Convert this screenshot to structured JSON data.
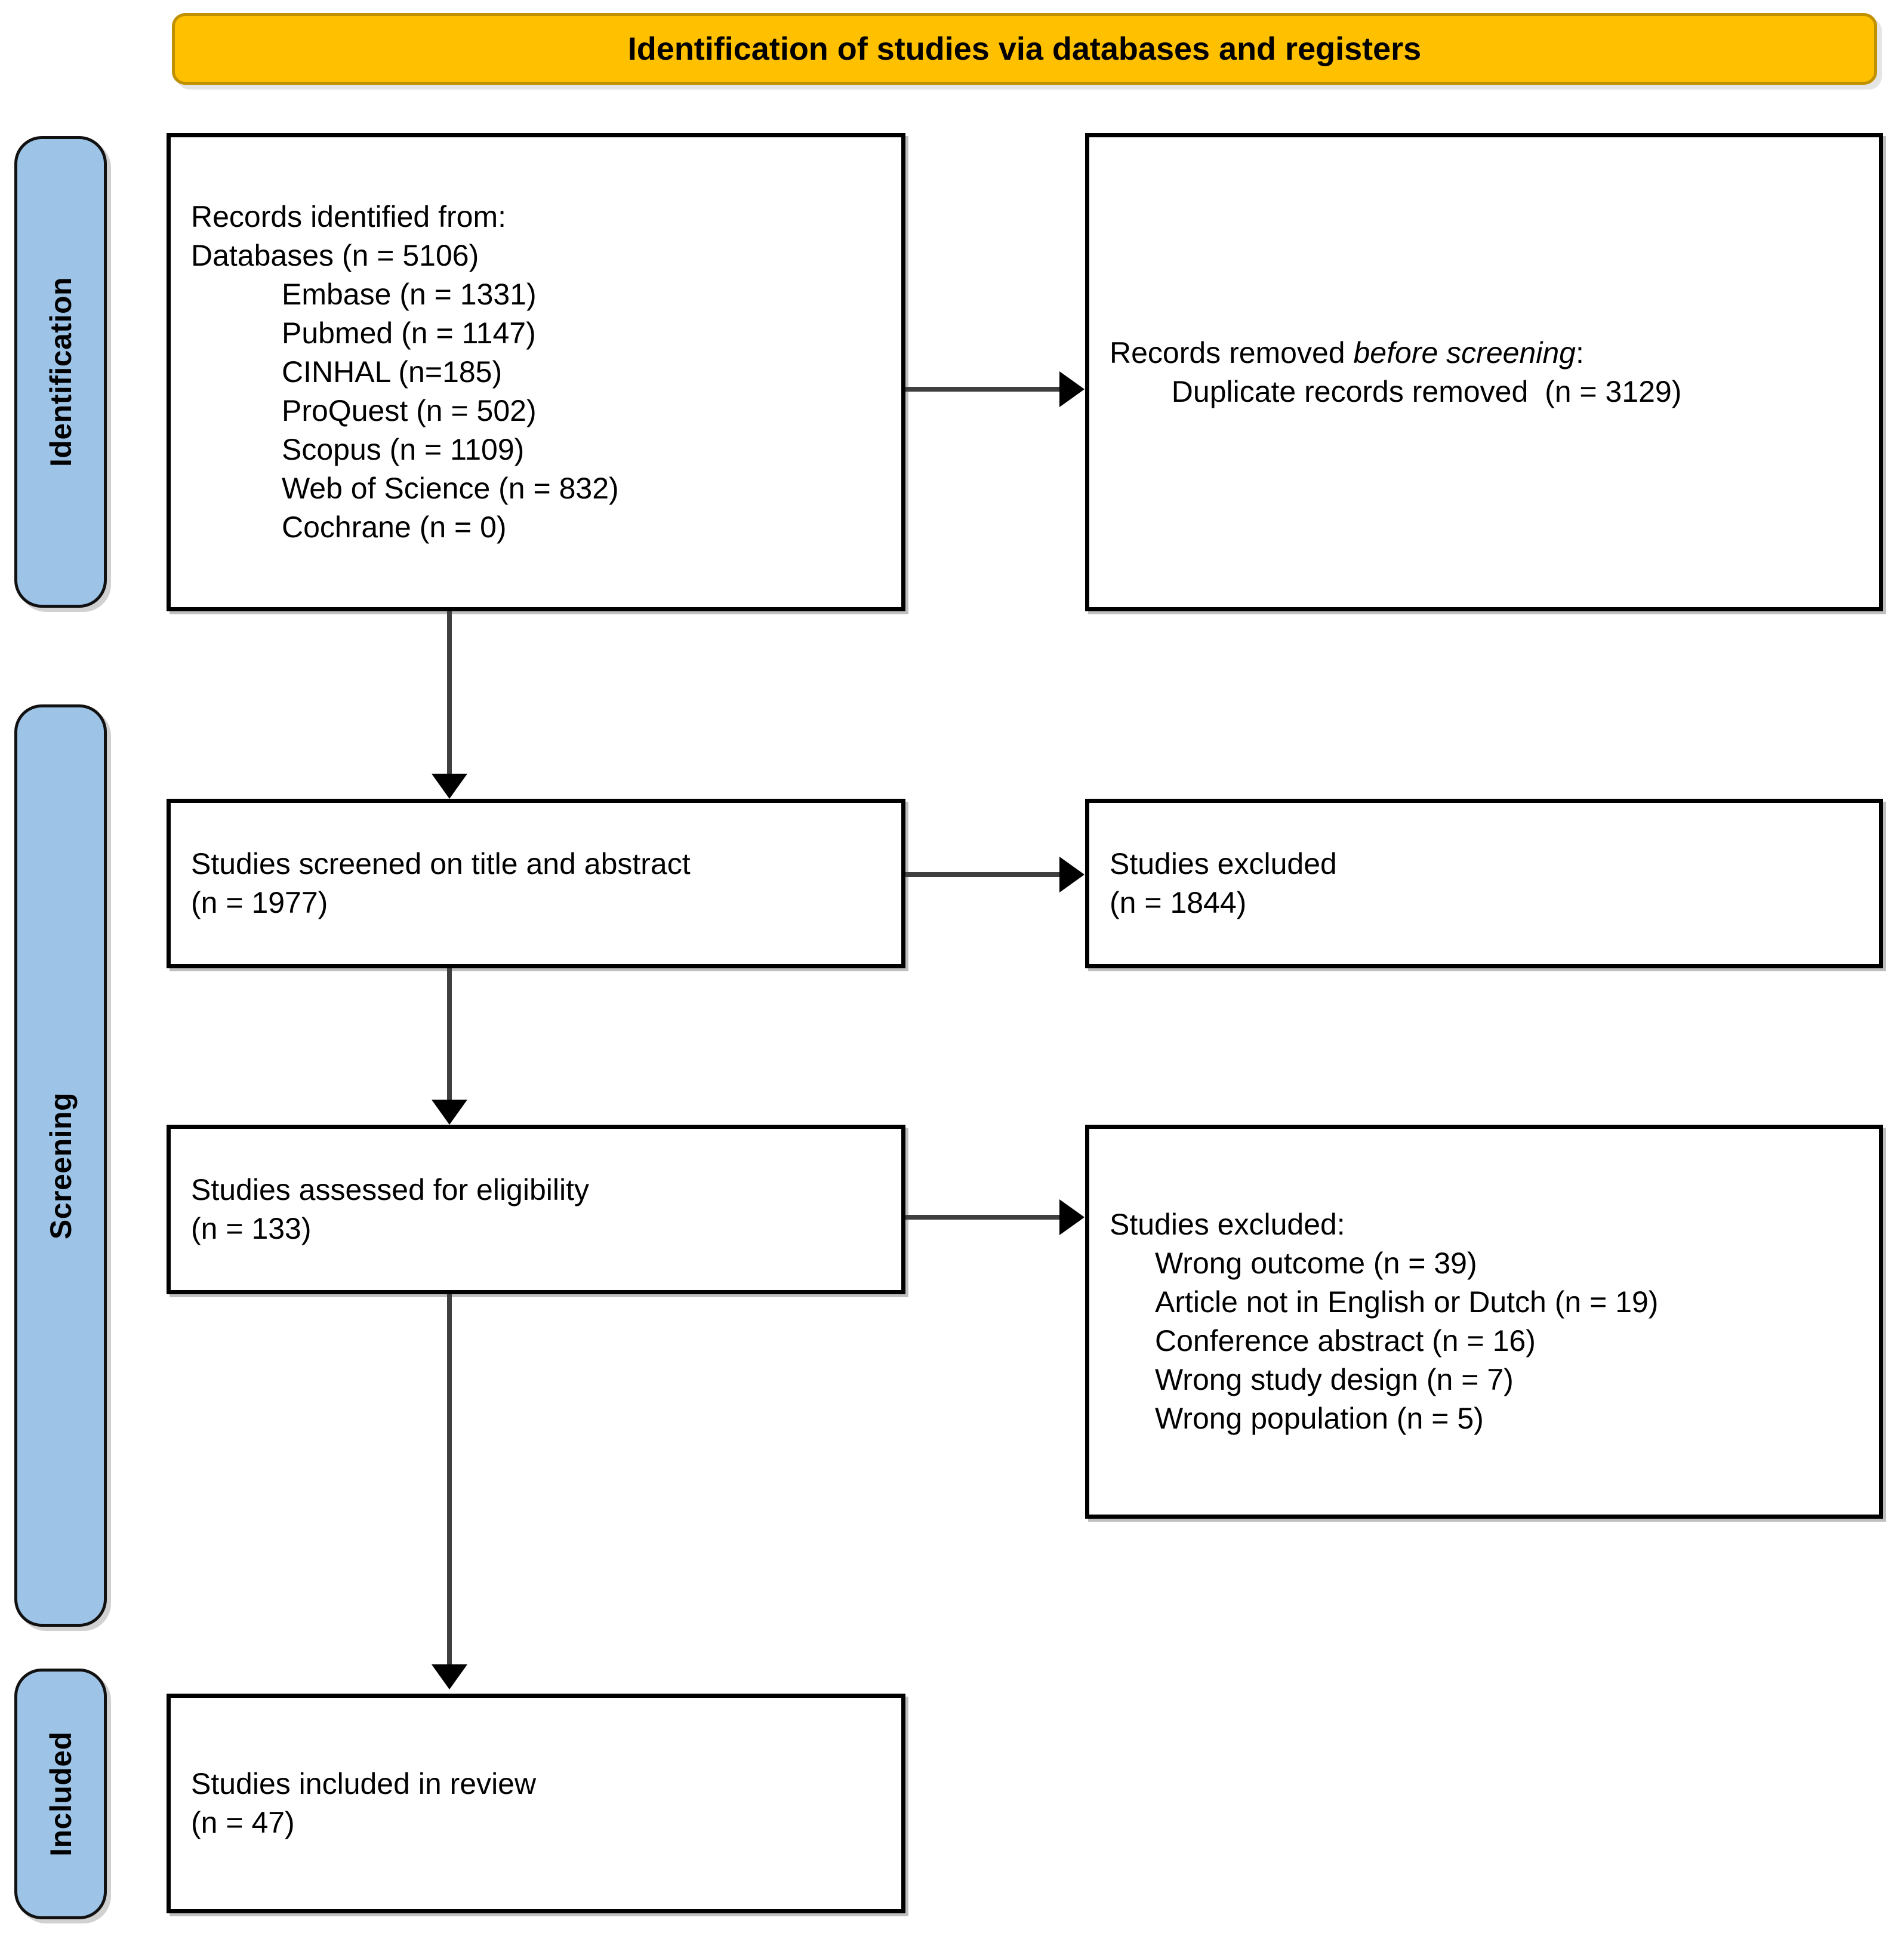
{
  "diagram": {
    "type": "prisma-flow-diagram",
    "banner": {
      "title": "Identification of studies via databases and registers",
      "color": "#ffc000"
    },
    "phases": [
      {
        "id": "identification",
        "label": "Identification",
        "color": "#9dc3e6"
      },
      {
        "id": "screening",
        "label": "Screening",
        "color": "#9dc3e6"
      },
      {
        "id": "included",
        "label": "Included",
        "color": "#9dc3e6"
      }
    ],
    "boxes": {
      "records_identified": {
        "lines": [
          "Records identified from:",
          "Databases (n = 5106)",
          "Embase (n = 1331)",
          "Pubmed (n = 1147)",
          "CINHAL (n=185)",
          "ProQuest (n = 502)",
          "Scopus (n = 1109)",
          "Web of Science (n = 832)",
          "Cochrane (n = 0)"
        ]
      },
      "records_removed": {
        "line_prefix": "Records removed ",
        "line_italic": "before screening",
        "line_suffix": ":",
        "detail": "  Duplicate records removed  (n = 3129)"
      },
      "screened": {
        "lines": [
          "Studies screened on title and abstract",
          "(n = 1977)"
        ]
      },
      "screened_excluded": {
        "lines": [
          "Studies excluded",
          "(n = 1844)"
        ]
      },
      "eligibility": {
        "lines": [
          "Studies assessed for eligibility",
          "(n = 133)"
        ]
      },
      "eligibility_excluded": {
        "heading": "Studies excluded:",
        "reasons": [
          "Wrong outcome (n = 39)",
          "Article not in English or Dutch (n = 19)",
          "Conference abstract (n = 16)",
          "Wrong study design (n = 7)",
          "Wrong population (n = 5)"
        ]
      },
      "included": {
        "lines": [
          "Studies included in review",
          "(n = 47)"
        ]
      }
    }
  }
}
